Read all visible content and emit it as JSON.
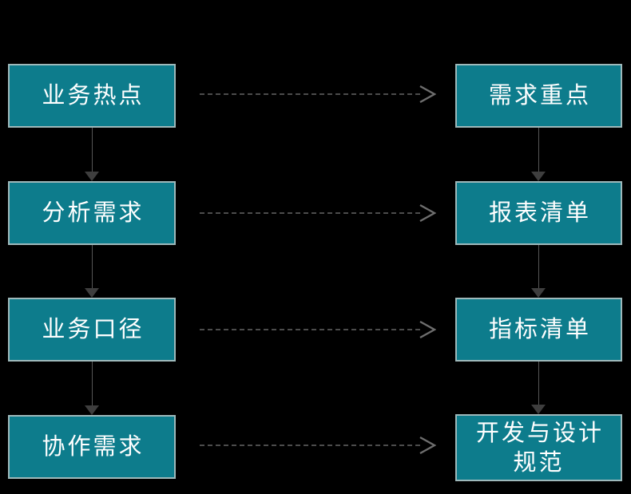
{
  "flow": {
    "rows": [
      {
        "left": "业务热点",
        "right": "需求重点"
      },
      {
        "left": "分析需求",
        "right": "报表清单"
      },
      {
        "left": "业务口径",
        "right": "指标清单"
      },
      {
        "left": "协作需求",
        "right": "开发与设计\n规范"
      }
    ],
    "colors": {
      "background": "#000000",
      "box_fill": "#0D7C8C",
      "box_border": "#9EB9BB",
      "box_text": "#FFFFFF",
      "vertical_line": "#565656",
      "vertical_arrowhead": "#3E3E3E",
      "dashed_line": "#7A7A7A",
      "chevron": "#6E6E6E"
    }
  }
}
